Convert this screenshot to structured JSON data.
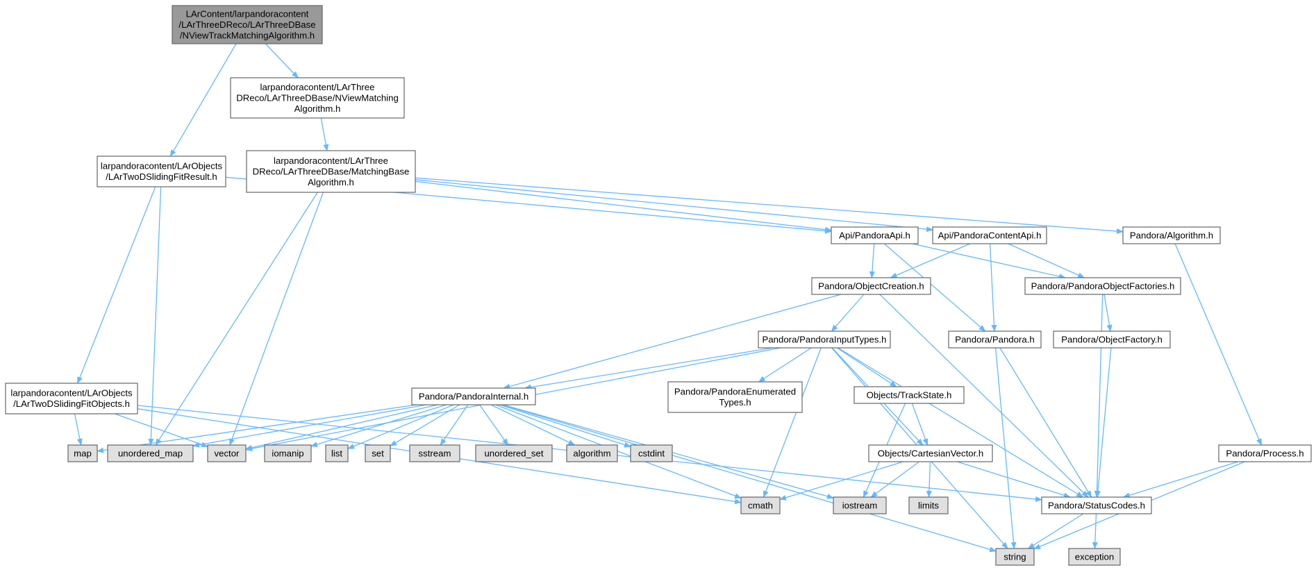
{
  "colors": {
    "edge": "#63b8ff",
    "root_fill": "#999999",
    "node_fill": "#ffffff",
    "external_fill": "#e0e0e0",
    "border": "#666666",
    "external_border": "#999999"
  },
  "nodes": [
    {
      "id": "root",
      "kind": "root",
      "lines": [
        "LArContent/larpandoracontent",
        "/LArThreeDReco/LArThreeDBase",
        "/NViewTrackMatchingAlgorithm.h"
      ]
    },
    {
      "id": "nview",
      "kind": "file",
      "lines": [
        "larpandoracontent/LArThree",
        "DReco/LArThreeDBase/NViewMatching",
        "Algorithm.h"
      ]
    },
    {
      "id": "slidingresult",
      "kind": "file",
      "lines": [
        "larpandoracontent/LArObjects",
        "/LArTwoDSlidingFitResult.h"
      ]
    },
    {
      "id": "matchingbase",
      "kind": "file",
      "lines": [
        "larpandoracontent/LArThree",
        "DReco/LArThreeDBase/MatchingBase",
        "Algorithm.h"
      ]
    },
    {
      "id": "api",
      "kind": "file",
      "lines": [
        "Api/PandoraApi.h"
      ]
    },
    {
      "id": "contentapi",
      "kind": "file",
      "lines": [
        "Api/PandoraContentApi.h"
      ]
    },
    {
      "id": "algorithm_h",
      "kind": "file",
      "lines": [
        "Pandora/Algorithm.h"
      ]
    },
    {
      "id": "objcreation",
      "kind": "file",
      "lines": [
        "Pandora/ObjectCreation.h"
      ]
    },
    {
      "id": "objfactories",
      "kind": "file",
      "lines": [
        "Pandora/PandoraObjectFactories.h"
      ]
    },
    {
      "id": "inputtypes",
      "kind": "file",
      "lines": [
        "Pandora/PandoraInputTypes.h"
      ]
    },
    {
      "id": "pandora_h",
      "kind": "file",
      "lines": [
        "Pandora/Pandora.h"
      ]
    },
    {
      "id": "objfactory",
      "kind": "file",
      "lines": [
        "Pandora/ObjectFactory.h"
      ]
    },
    {
      "id": "enumtypes",
      "kind": "file",
      "lines": [
        "Pandora/PandoraEnumerated",
        "Types.h"
      ]
    },
    {
      "id": "trackstate",
      "kind": "file",
      "lines": [
        "Objects/TrackState.h"
      ]
    },
    {
      "id": "slidingobjects",
      "kind": "file",
      "lines": [
        "larpandoracontent/LArObjects",
        "/LArTwoDSlidingFitObjects.h"
      ]
    },
    {
      "id": "internal",
      "kind": "file",
      "lines": [
        "Pandora/PandoraInternal.h"
      ]
    },
    {
      "id": "cartesian",
      "kind": "file",
      "lines": [
        "Objects/CartesianVector.h"
      ]
    },
    {
      "id": "process",
      "kind": "file",
      "lines": [
        "Pandora/Process.h"
      ]
    },
    {
      "id": "statuscodes",
      "kind": "file",
      "lines": [
        "Pandora/StatusCodes.h"
      ]
    },
    {
      "id": "map",
      "kind": "ext",
      "lines": [
        "map"
      ]
    },
    {
      "id": "unordered_map",
      "kind": "ext",
      "lines": [
        "unordered_map"
      ]
    },
    {
      "id": "vector",
      "kind": "ext",
      "lines": [
        "vector"
      ]
    },
    {
      "id": "iomanip",
      "kind": "ext",
      "lines": [
        "iomanip"
      ]
    },
    {
      "id": "list",
      "kind": "ext",
      "lines": [
        "list"
      ]
    },
    {
      "id": "set",
      "kind": "ext",
      "lines": [
        "set"
      ]
    },
    {
      "id": "sstream",
      "kind": "ext",
      "lines": [
        "sstream"
      ]
    },
    {
      "id": "unordered_set",
      "kind": "ext",
      "lines": [
        "unordered_set"
      ]
    },
    {
      "id": "algorithm",
      "kind": "ext",
      "lines": [
        "algorithm"
      ]
    },
    {
      "id": "cstdint",
      "kind": "ext",
      "lines": [
        "cstdint"
      ]
    },
    {
      "id": "cmath",
      "kind": "ext",
      "lines": [
        "cmath"
      ]
    },
    {
      "id": "iostream",
      "kind": "ext",
      "lines": [
        "iostream"
      ]
    },
    {
      "id": "limits",
      "kind": "ext",
      "lines": [
        "limits"
      ]
    },
    {
      "id": "string",
      "kind": "ext",
      "lines": [
        "string"
      ]
    },
    {
      "id": "exception",
      "kind": "ext",
      "lines": [
        "exception"
      ]
    }
  ],
  "edges": [
    [
      "root",
      "slidingresult"
    ],
    [
      "root",
      "nview"
    ],
    [
      "nview",
      "matchingbase"
    ],
    [
      "slidingresult",
      "slidingobjects"
    ],
    [
      "slidingresult",
      "unordered_map"
    ],
    [
      "slidingresult",
      "api"
    ],
    [
      "matchingbase",
      "unordered_map"
    ],
    [
      "matchingbase",
      "vector"
    ],
    [
      "matchingbase",
      "api"
    ],
    [
      "matchingbase",
      "contentapi"
    ],
    [
      "matchingbase",
      "algorithm_h"
    ],
    [
      "api",
      "objcreation"
    ],
    [
      "api",
      "pandora_h"
    ],
    [
      "api",
      "objfactories"
    ],
    [
      "contentapi",
      "objcreation"
    ],
    [
      "contentapi",
      "pandora_h"
    ],
    [
      "contentapi",
      "objfactories"
    ],
    [
      "algorithm_h",
      "process"
    ],
    [
      "objcreation",
      "inputtypes"
    ],
    [
      "objcreation",
      "internal"
    ],
    [
      "objcreation",
      "statuscodes"
    ],
    [
      "objfactories",
      "objfactory"
    ],
    [
      "objfactories",
      "statuscodes"
    ],
    [
      "objfactory",
      "statuscodes"
    ],
    [
      "pandora_h",
      "string"
    ],
    [
      "pandora_h",
      "statuscodes"
    ],
    [
      "inputtypes",
      "internal"
    ],
    [
      "inputtypes",
      "enumtypes"
    ],
    [
      "inputtypes",
      "trackstate"
    ],
    [
      "inputtypes",
      "cartesian"
    ],
    [
      "inputtypes",
      "statuscodes"
    ],
    [
      "inputtypes",
      "vector"
    ],
    [
      "inputtypes",
      "cmath"
    ],
    [
      "inputtypes",
      "string"
    ],
    [
      "trackstate",
      "cartesian"
    ],
    [
      "trackstate",
      "iostream"
    ],
    [
      "slidingobjects",
      "map"
    ],
    [
      "slidingobjects",
      "vector"
    ],
    [
      "slidingobjects",
      "cmath"
    ],
    [
      "slidingobjects",
      "statuscodes"
    ],
    [
      "internal",
      "map"
    ],
    [
      "internal",
      "unordered_map"
    ],
    [
      "internal",
      "vector"
    ],
    [
      "internal",
      "iomanip"
    ],
    [
      "internal",
      "list"
    ],
    [
      "internal",
      "set"
    ],
    [
      "internal",
      "sstream"
    ],
    [
      "internal",
      "unordered_set"
    ],
    [
      "internal",
      "algorithm"
    ],
    [
      "internal",
      "cstdint"
    ],
    [
      "internal",
      "cmath"
    ],
    [
      "internal",
      "iostream"
    ],
    [
      "internal",
      "string"
    ],
    [
      "cartesian",
      "cmath"
    ],
    [
      "cartesian",
      "iostream"
    ],
    [
      "cartesian",
      "limits"
    ],
    [
      "cartesian",
      "statuscodes"
    ],
    [
      "process",
      "statuscodes"
    ],
    [
      "process",
      "string"
    ],
    [
      "statuscodes",
      "string"
    ],
    [
      "statuscodes",
      "exception"
    ]
  ]
}
